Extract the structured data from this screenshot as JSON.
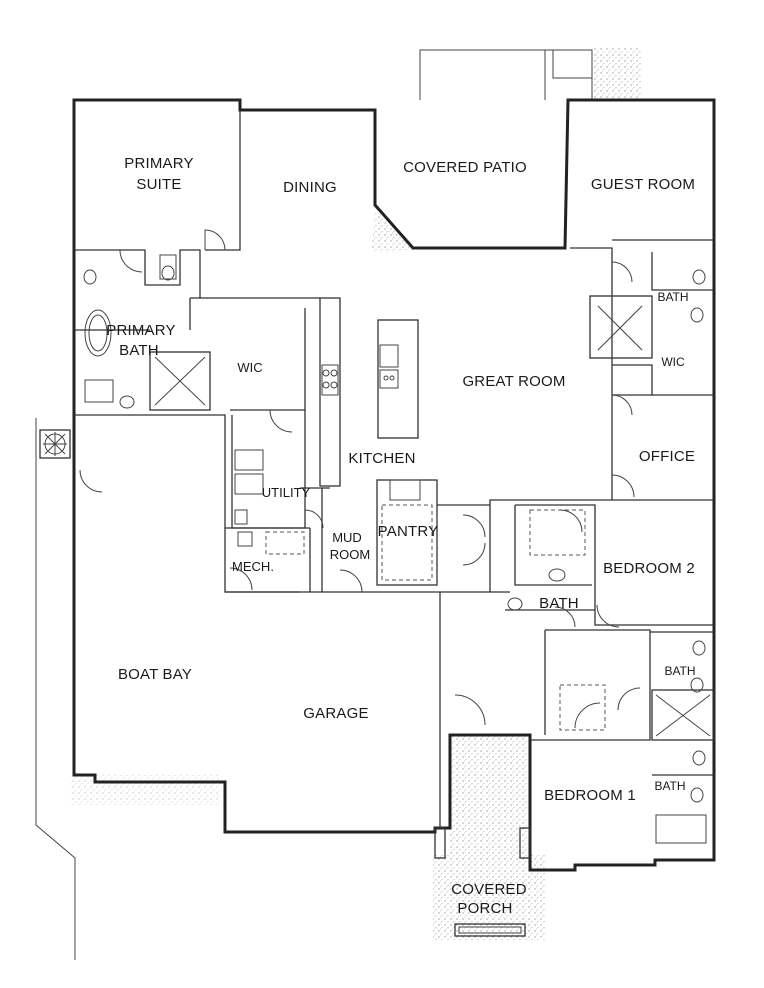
{
  "rooms": {
    "primary_suite": [
      "PRIMARY",
      "SUITE"
    ],
    "dining": "DINING",
    "covered_patio": "COVERED PATIO",
    "guest_room": "GUEST ROOM",
    "primary_bath": [
      "PRIMARY",
      "BATH"
    ],
    "wic_primary": "WIC",
    "bath_guest": "BATH",
    "wic_guest": "WIC",
    "great_room": "GREAT ROOM",
    "office": "OFFICE",
    "kitchen": "KITCHEN",
    "utility": "UTILITY",
    "mud_room": [
      "MUD",
      "ROOM"
    ],
    "pantry": "PANTRY",
    "mech": "MECH.",
    "bedroom_2": "BEDROOM 2",
    "bath_hall": "BATH",
    "boat_bay": "BOAT BAY",
    "garage": "GARAGE",
    "bath_bed1_a": "BATH",
    "bath_bed1_b": "BATH",
    "bedroom_1": "BEDROOM 1",
    "covered_porch": [
      "COVERED",
      "PORCH"
    ]
  },
  "colors": {
    "wall": "#222222",
    "background": "#ffffff"
  }
}
